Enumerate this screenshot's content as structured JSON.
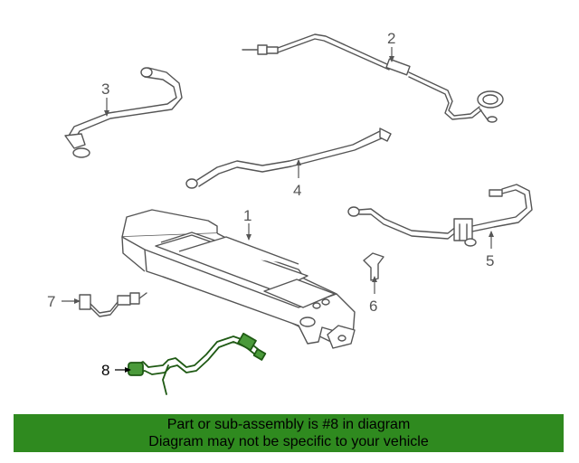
{
  "callouts": {
    "part_1": "1",
    "part_2": "2",
    "part_3": "3",
    "part_4": "4",
    "part_5": "5",
    "part_6": "6",
    "part_7": "7",
    "part_8": "8"
  },
  "highlight_color": "#2f8a1f",
  "banner": {
    "line1": "Part or sub-assembly is #8 in diagram",
    "line2": "Diagram may not be specific to your vehicle"
  }
}
